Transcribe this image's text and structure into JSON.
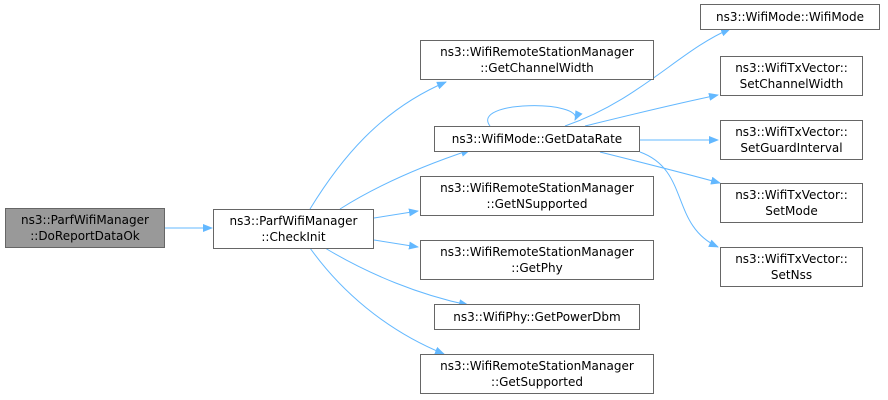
{
  "nodes": {
    "n1": {
      "line1": "ns3::ParfWifiManager",
      "line2": "::DoReportDataOk"
    },
    "n2": {
      "line1": "ns3::ParfWifiManager",
      "line2": "::CheckInit"
    },
    "n3": {
      "line1": "ns3::WifiRemoteStationManager",
      "line2": "::GetChannelWidth"
    },
    "n4": {
      "line1": "ns3::WifiMode::GetDataRate"
    },
    "n5": {
      "line1": "ns3::WifiRemoteStationManager",
      "line2": "::GetNSupported"
    },
    "n6": {
      "line1": "ns3::WifiRemoteStationManager",
      "line2": "::GetPhy"
    },
    "n7": {
      "line1": "ns3::WifiPhy::GetPowerDbm"
    },
    "n8": {
      "line1": "ns3::WifiRemoteStationManager",
      "line2": "::GetSupported"
    },
    "n9": {
      "line1": "ns3::WifiMode::WifiMode"
    },
    "n10": {
      "line1": "ns3::WifiTxVector::",
      "line2": "SetChannelWidth"
    },
    "n11": {
      "line1": "ns3::WifiTxVector::",
      "line2": "SetGuardInterval"
    },
    "n12": {
      "line1": "ns3::WifiTxVector::",
      "line2": "SetMode"
    },
    "n13": {
      "line1": "ns3::WifiTxVector::",
      "line2": "SetNss"
    }
  },
  "colors": {
    "edge": "#63b8ff",
    "node_border": "#666666",
    "root_fill": "#999999"
  }
}
